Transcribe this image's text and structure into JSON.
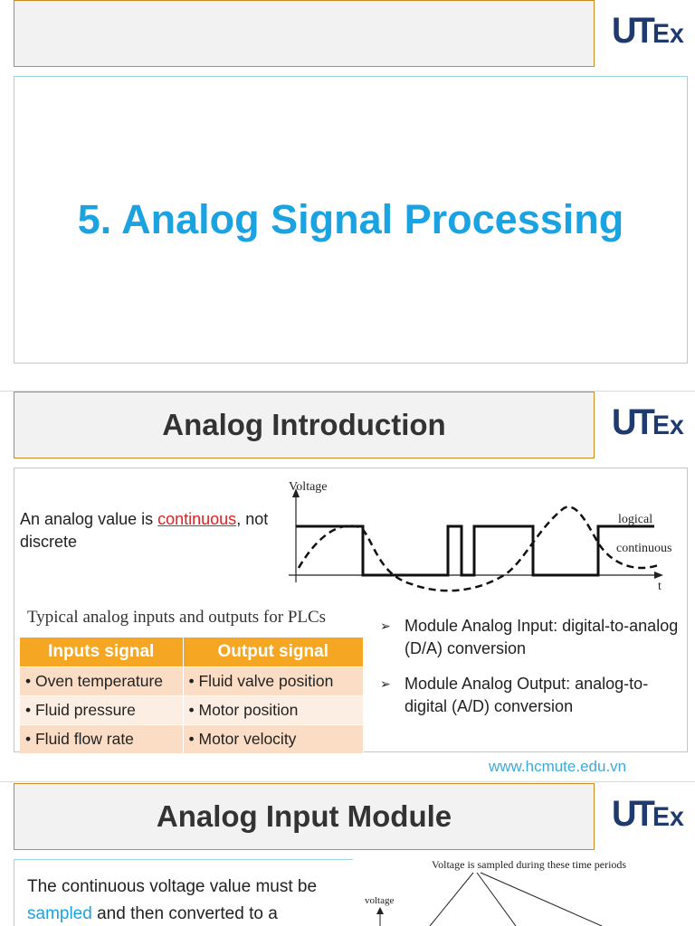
{
  "slide1": {
    "header_title": "",
    "logo": "UTEx",
    "title": "5. Analog Signal Processing"
  },
  "slide2": {
    "header_title": "Analog Introduction",
    "logo": "UTEx",
    "intro_pre": "An analog value is ",
    "intro_highlight": "continuous",
    "intro_post": ", not discrete",
    "graph": {
      "y_label": "Voltage",
      "x_label": "t",
      "legend_logical": "logical",
      "legend_continuous": "continuous"
    },
    "table_caption": "Typical analog inputs and outputs for PLCs",
    "table": {
      "headers": [
        "Inputs signal",
        "Output signal"
      ],
      "rows": [
        [
          "• Oven temperature",
          "• Fluid valve position"
        ],
        [
          "• Fluid pressure",
          "• Motor position"
        ],
        [
          "• Fluid flow rate",
          "• Motor velocity"
        ]
      ]
    },
    "bullets": [
      "Module Analog Input: digital-to-analog (D/A) conversion",
      "Module Analog Output: analog-to-digital (A/D) conversion"
    ],
    "bullet_glyph": "➢",
    "url": "www.hcmute.edu.vn"
  },
  "slide3": {
    "header_title": "Analog Input Module",
    "logo": "UTEx",
    "text_pre": "The continuous voltage value must be ",
    "text_highlight": "sampled",
    "text_post": " and then converted to a",
    "diagram_caption": "Voltage is sampled during these time periods",
    "diagram_axis": "voltage"
  },
  "colors": {
    "accent_blue": "#1aa3e0",
    "header_border": "#c98a1f",
    "table_header": "#f5a623",
    "logo_navy": "#1e3a6e",
    "link_red": "#e02020"
  }
}
